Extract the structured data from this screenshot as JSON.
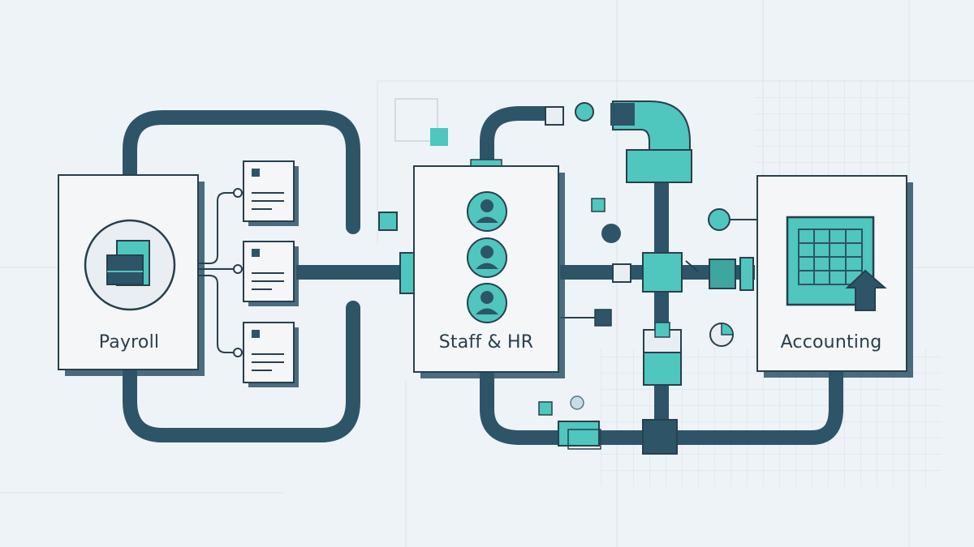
{
  "nodes": {
    "payroll": {
      "label": "Payroll"
    },
    "staff": {
      "label": "Staff & HR"
    },
    "accounting": {
      "label": "Accounting"
    }
  },
  "colors": {
    "background": "#eef3f7",
    "pipe": "#2e5468",
    "teal": "#4fc6be",
    "card": "#f4f6f8",
    "outline": "#27404d",
    "grid": "#d6e0e8"
  },
  "icons": {
    "payroll": "stacked-documents-icon",
    "staff": "person-icon",
    "accounting": "spreadsheet-upload-icon"
  }
}
